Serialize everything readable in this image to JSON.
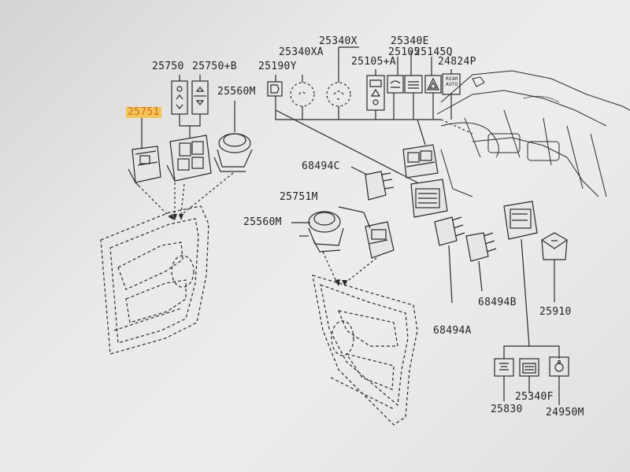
{
  "labels": {
    "p25750": "25750",
    "p25750b": "25750+B",
    "p25751": "25751",
    "p25560m_top": "25560M",
    "p25190y": "25190Y",
    "p25340xa": "25340XA",
    "p25340x": "25340X",
    "p25105a": "25105+A",
    "p25105": "25105",
    "p25340e": "25340E",
    "p25145q": "25145Q",
    "p24824p": "24824P",
    "p68494c": "68494C",
    "p25751m": "25751M",
    "p25560m_mid": "25560M",
    "p68494b": "68494B",
    "p68494a": "68494A",
    "p25910": "25910",
    "p25830": "25830",
    "p25340f": "25340F",
    "p24950m": "24950M",
    "rear_auto": "REAR AUTO"
  },
  "highlight_color": "#f3c458",
  "ink_color": "#222222",
  "icons": [
    "window-switch-symbol-icon",
    "fog-lamp-icon",
    "hazard-icon",
    "rear-defogger-icon",
    "lamp-icon",
    "power-socket-icon"
  ]
}
